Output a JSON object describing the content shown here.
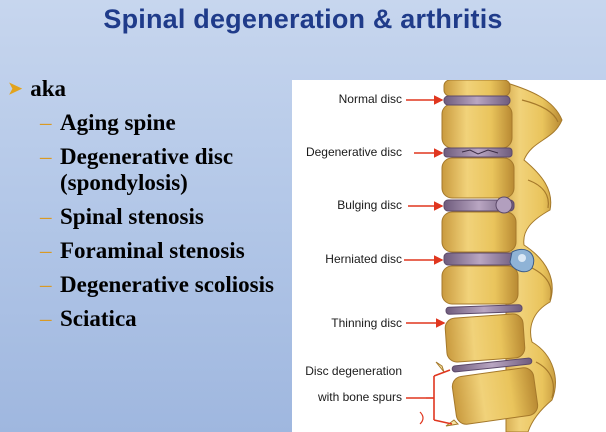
{
  "slide": {
    "title": "Spinal degeneration & arthritis",
    "bullet": "aka",
    "sub_items": [
      "Aging spine",
      "Degenerative disc (spondylosis)",
      "Spinal stenosis",
      "Foraminal stenosis",
      "Degenerative scoliosis",
      "Sciatica"
    ]
  },
  "figure": {
    "labels": {
      "normal": "Normal disc",
      "degenerative": "Degenerative disc",
      "bulging": "Bulging disc",
      "herniated": "Herniated disc",
      "thinning": "Thinning disc",
      "degeneration_line1": "Disc degeneration",
      "degeneration_line2": "with bone spurs"
    },
    "colors": {
      "arrow": "#e0361f",
      "bone": "#e7c66a",
      "disc": "#8f7a9a"
    }
  },
  "colors": {
    "title": "#1f3b8a",
    "bullet_marker": "#e2a31c",
    "dash": "#d99a24"
  },
  "icons": {
    "bullet": "arrow-bullet-icon"
  }
}
